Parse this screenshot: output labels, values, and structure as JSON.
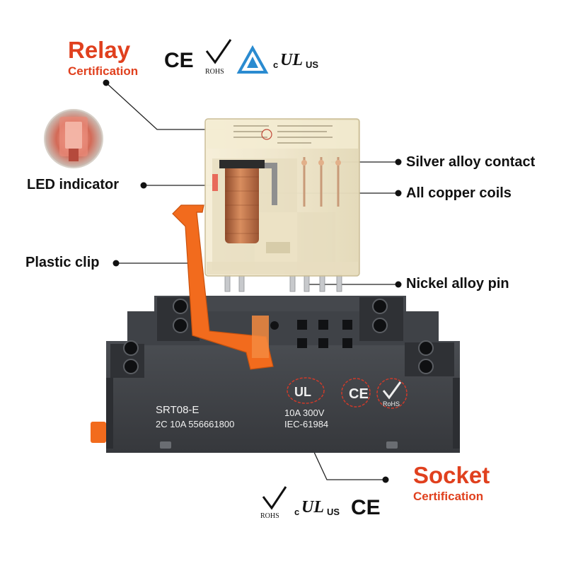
{
  "colors": {
    "accent": "#e0401e",
    "socket_body": "#3b3e43",
    "relay_housing": "#efe7cf",
    "clip": "#f26b1d",
    "coil": "#c87a4e",
    "ul_blue": "#2a8bd0"
  },
  "relay_certification": {
    "title": "Relay",
    "subtitle": "Certification",
    "marks": [
      "ce-mark",
      "rohs-mark",
      "tuv-mark",
      "ul-mark"
    ]
  },
  "socket_certification": {
    "title": "Socket",
    "subtitle": "Certification",
    "marks": [
      "rohs-mark",
      "ul-mark",
      "ce-mark"
    ]
  },
  "callouts": {
    "led_indicator": "LED indicator",
    "plastic_clip": "Plastic clip",
    "silver_alloy_contact": "Silver alloy contact",
    "all_copper_coils": "All copper coils",
    "nickel_alloy_pin": "Nickel alloy pin"
  },
  "mark_text": {
    "ce": "CE",
    "rohs": "ROHS",
    "rohs_socket": "RoHS",
    "ul_c": "c",
    "ul_us": "US"
  },
  "socket": {
    "model": "SRT08-E",
    "spec": "2C 10A 556661800",
    "rating": "10A  300V",
    "standard": "IEC-61984"
  }
}
